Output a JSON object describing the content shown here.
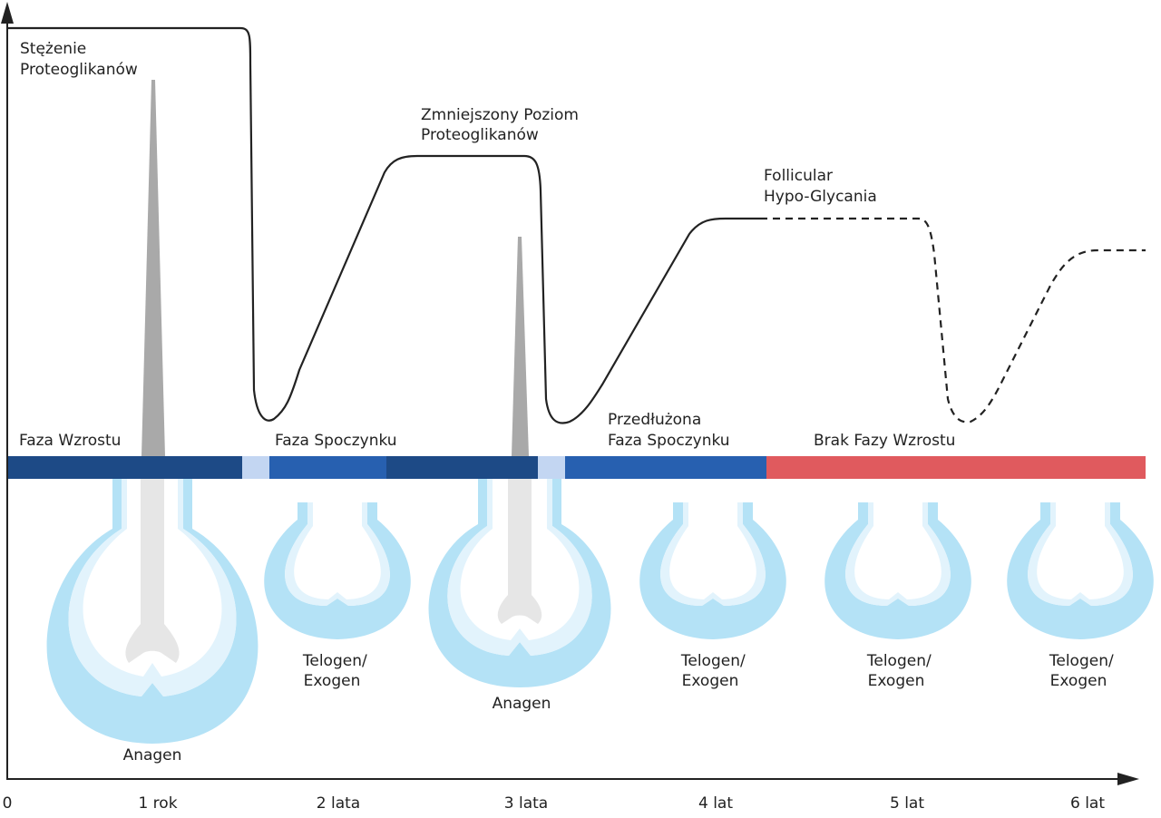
{
  "axes": {
    "y_label_lines": [
      "Stężenie",
      "Proteoglikanów"
    ],
    "origin_label": "0",
    "x_ticks": [
      "1 rok",
      "2 lata",
      "3 lata",
      "4 lat",
      "5 lat",
      "6 lat"
    ]
  },
  "annotations": {
    "reduced_level": [
      "Zmniejszony Poziom",
      "Proteoglikanów"
    ],
    "hypo_glycania": [
      "Follicular",
      "Hypo-Glycania"
    ]
  },
  "phases": {
    "growth": "Faza Wzrostu",
    "rest": "Faza Spoczynku",
    "prolonged_rest": [
      "Przedłużona",
      "Faza Spoczynku"
    ],
    "no_growth": "Brak Fazy Wzrostu"
  },
  "follicles": [
    {
      "label": [
        "Anagen"
      ]
    },
    {
      "label": [
        "Telogen/",
        "Exogen"
      ]
    },
    {
      "label": [
        "Anagen"
      ]
    },
    {
      "label": [
        "Telogen/",
        "Exogen"
      ]
    },
    {
      "label": [
        "Telogen/",
        "Exogen"
      ]
    },
    {
      "label": [
        "Telogen/",
        "Exogen"
      ]
    }
  ],
  "colors": {
    "growth_band": "#1d4a86",
    "rest_band": "#2760b0",
    "transition_band": "#c3d6f2",
    "no_growth_band": "#e05a5e",
    "follicle_outer": "#b4e2f6",
    "follicle_inner": "#e2f3fc",
    "hair_shaft": "#a9a9a9",
    "hair_root": "#e6e6e6",
    "curve": "#222222"
  }
}
